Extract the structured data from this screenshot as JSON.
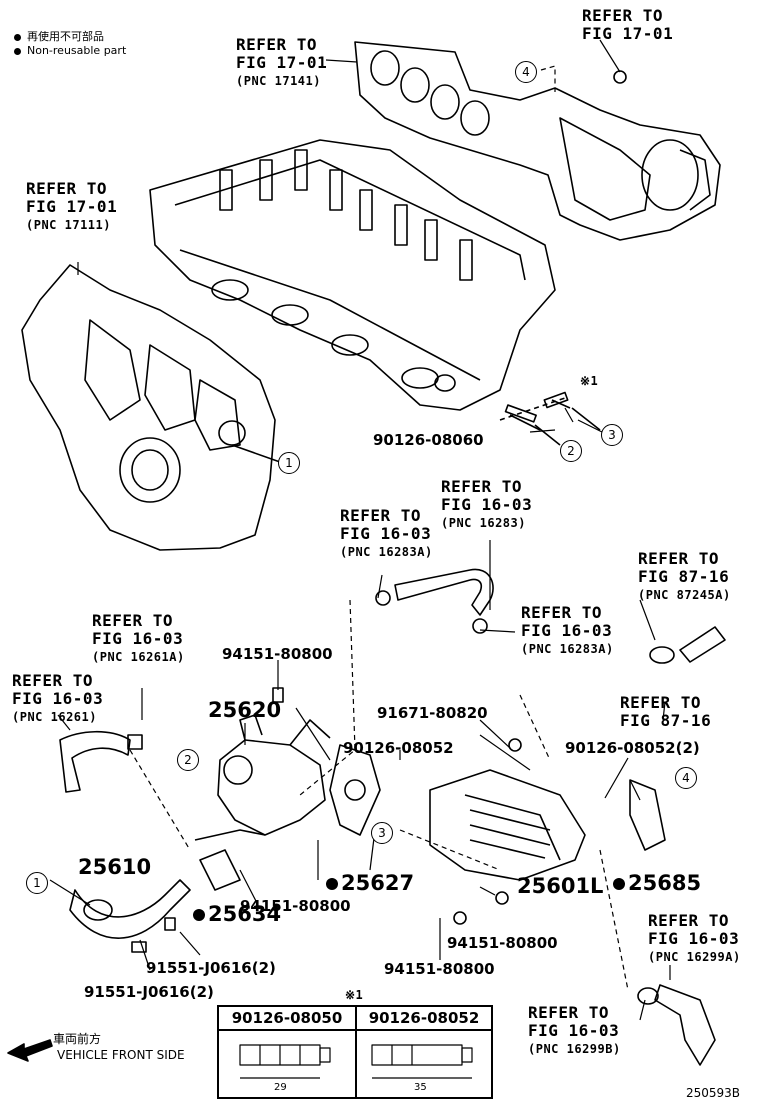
{
  "legend": {
    "line1": "再使用不可部品",
    "line2": "Non-reusable part"
  },
  "refs": {
    "r1701a": {
      "l1": "REFER TO",
      "l2": "FIG 17-01"
    },
    "r1701b": {
      "l1": "REFER TO",
      "l2": "FIG 17-01",
      "l3": "(PNC 17141)"
    },
    "r1701c": {
      "l1": "REFER TO",
      "l2": "FIG 17-01",
      "l3": "(PNC 17111)"
    },
    "r1603a": {
      "l1": "REFER TO",
      "l2": "FIG 16-03",
      "l3": "(PNC 16283)"
    },
    "r1603b": {
      "l1": "REFER TO",
      "l2": "FIG 16-03",
      "l3": "(PNC 16283A)"
    },
    "r1603c": {
      "l1": "REFER TO",
      "l2": "FIG 16-03",
      "l3": "(PNC 16283A)"
    },
    "r8716a": {
      "l1": "REFER TO",
      "l2": "FIG 87-16",
      "l3": "(PNC 87245A)"
    },
    "r8716b": {
      "l1": "REFER TO",
      "l2": "FIG 87-16"
    },
    "r1603d": {
      "l1": "REFER TO",
      "l2": "FIG 16-03",
      "l3": "(PNC 16261A)"
    },
    "r1603e": {
      "l1": "REFER TO",
      "l2": "FIG 16-03",
      "l3": "(PNC 16261)"
    },
    "r1603f": {
      "l1": "REFER TO",
      "l2": "FIG 16-03",
      "l3": "(PNC 16299A)"
    },
    "r1603g": {
      "l1": "REFER TO",
      "l2": "FIG 16-03",
      "l3": "(PNC 16299B)"
    }
  },
  "parts": {
    "p90126_08060": "90126-08060",
    "p94151_80800_top": "94151-80800",
    "p25620": "25620",
    "p91671_80820": "91671-80820",
    "p90126_08052": "90126-08052",
    "p90126_08052_2": "90126-08052(2)",
    "p25610": "25610",
    "p25627": "25627",
    "p25634": "25634",
    "p94151_80800_mid": "94151-80800",
    "p25601L": "25601L",
    "p25685": "25685",
    "p94151_80800_r": "94151-80800",
    "p94151_80800_b": "94151-80800",
    "p91551_a": "91551-J0616(2)",
    "p91551_b": "91551-J0616(2)"
  },
  "callouts": {
    "c1": "1",
    "c2": "2",
    "c3": "3",
    "c4": "4"
  },
  "note_mark": "※1",
  "table": {
    "col1": "90126-08050",
    "col2": "90126-08052",
    "dim1": "29",
    "dim2": "35"
  },
  "front": {
    "jp": "車両前方",
    "en": "VEHICLE FRONT SIDE"
  },
  "illustration_code": "250593B"
}
